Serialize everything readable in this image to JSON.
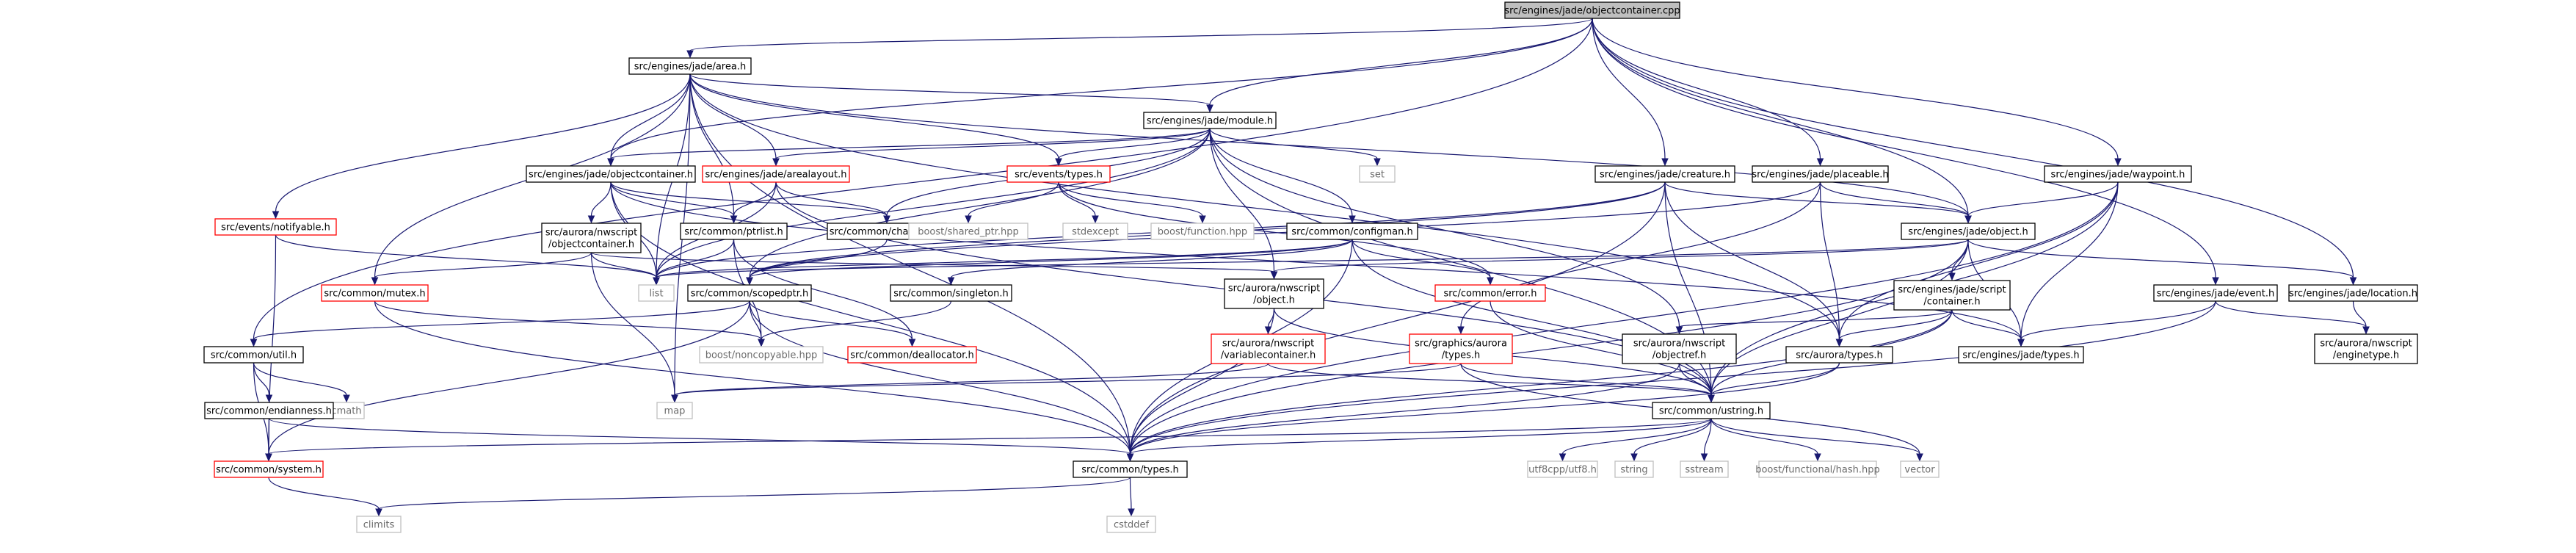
{
  "graph": {
    "nodes": [
      {
        "id": "root",
        "lines": [
          "src/engines/jade/objectcontainer.cpp"
        ],
        "style": "root"
      },
      {
        "id": "area",
        "lines": [
          "src/engines/jade/area.h"
        ],
        "style": "normal"
      },
      {
        "id": "module",
        "lines": [
          "src/engines/jade/module.h"
        ],
        "style": "normal"
      },
      {
        "id": "jade_objectcontainer",
        "lines": [
          "src/engines/jade/objectcontainer.h"
        ],
        "style": "normal"
      },
      {
        "id": "arealayout",
        "lines": [
          "src/engines/jade/arealayout.h"
        ],
        "style": "red"
      },
      {
        "id": "notifyable",
        "lines": [
          "src/events/notifyable.h"
        ],
        "style": "red"
      },
      {
        "id": "events_types",
        "lines": [
          "src/events/types.h"
        ],
        "style": "red"
      },
      {
        "id": "set",
        "lines": [
          "set"
        ],
        "style": "gray"
      },
      {
        "id": "creature",
        "lines": [
          "src/engines/jade/creature.h"
        ],
        "style": "normal"
      },
      {
        "id": "placeable",
        "lines": [
          "src/engines/jade/placeable.h"
        ],
        "style": "normal"
      },
      {
        "id": "waypoint",
        "lines": [
          "src/engines/jade/waypoint.h"
        ],
        "style": "normal"
      },
      {
        "id": "nws_objectcontainer",
        "lines": [
          "src/aurora/nwscript",
          "/objectcontainer.h"
        ],
        "style": "normal"
      },
      {
        "id": "mutex",
        "lines": [
          "src/common/mutex.h"
        ],
        "style": "red"
      },
      {
        "id": "ptrlist",
        "lines": [
          "src/common/ptrlist.h"
        ],
        "style": "normal"
      },
      {
        "id": "changeid",
        "lines": [
          "src/common/changeid.h"
        ],
        "style": "normal"
      },
      {
        "id": "shared_ptr",
        "lines": [
          "boost/shared_ptr.hpp"
        ],
        "style": "gray"
      },
      {
        "id": "stdexcept",
        "lines": [
          "stdexcept"
        ],
        "style": "gray"
      },
      {
        "id": "function",
        "lines": [
          "boost/function.hpp"
        ],
        "style": "gray"
      },
      {
        "id": "configman",
        "lines": [
          "src/common/configman.h"
        ],
        "style": "normal"
      },
      {
        "id": "jade_object",
        "lines": [
          "src/engines/jade/object.h"
        ],
        "style": "normal"
      },
      {
        "id": "list",
        "lines": [
          "list"
        ],
        "style": "gray"
      },
      {
        "id": "scopedptr",
        "lines": [
          "src/common/scopedptr.h"
        ],
        "style": "normal"
      },
      {
        "id": "singleton",
        "lines": [
          "src/common/singleton.h"
        ],
        "style": "normal"
      },
      {
        "id": "nws_object",
        "lines": [
          "src/aurora/nwscript",
          "/object.h"
        ],
        "style": "normal"
      },
      {
        "id": "error",
        "lines": [
          "src/common/error.h"
        ],
        "style": "red"
      },
      {
        "id": "jade_script_container",
        "lines": [
          "src/engines/jade/script",
          "/container.h"
        ],
        "style": "normal"
      },
      {
        "id": "jade_event",
        "lines": [
          "src/engines/jade/event.h"
        ],
        "style": "normal"
      },
      {
        "id": "location",
        "lines": [
          "src/engines/jade/location.h"
        ],
        "style": "normal"
      },
      {
        "id": "util",
        "lines": [
          "src/common/util.h"
        ],
        "style": "normal"
      },
      {
        "id": "noncopyable",
        "lines": [
          "boost/noncopyable.hpp"
        ],
        "style": "gray"
      },
      {
        "id": "deallocator",
        "lines": [
          "src/common/deallocator.h"
        ],
        "style": "red"
      },
      {
        "id": "variablecontainer",
        "lines": [
          "src/aurora/nwscript",
          "/variablecontainer.h"
        ],
        "style": "red"
      },
      {
        "id": "graphics_aurora_types",
        "lines": [
          "src/graphics/aurora",
          "/types.h"
        ],
        "style": "red"
      },
      {
        "id": "objectref",
        "lines": [
          "src/aurora/nwscript",
          "/objectref.h"
        ],
        "style": "normal"
      },
      {
        "id": "aurora_types",
        "lines": [
          "src/aurora/types.h"
        ],
        "style": "normal"
      },
      {
        "id": "jade_types",
        "lines": [
          "src/engines/jade/types.h"
        ],
        "style": "normal"
      },
      {
        "id": "enginetype",
        "lines": [
          "src/aurora/nwscript",
          "/enginetype.h"
        ],
        "style": "normal"
      },
      {
        "id": "cmath",
        "lines": [
          "cmath"
        ],
        "style": "gray"
      },
      {
        "id": "endianness",
        "lines": [
          "src/common/endianness.h"
        ],
        "style": "normal"
      },
      {
        "id": "map",
        "lines": [
          "map"
        ],
        "style": "gray"
      },
      {
        "id": "ustring",
        "lines": [
          "src/common/ustring.h"
        ],
        "style": "normal"
      },
      {
        "id": "system",
        "lines": [
          "src/common/system.h"
        ],
        "style": "red"
      },
      {
        "id": "common_types",
        "lines": [
          "src/common/types.h"
        ],
        "style": "normal"
      },
      {
        "id": "utf8",
        "lines": [
          "utf8cpp/utf8.h"
        ],
        "style": "gray"
      },
      {
        "id": "string",
        "lines": [
          "string"
        ],
        "style": "gray"
      },
      {
        "id": "sstream",
        "lines": [
          "sstream"
        ],
        "style": "gray"
      },
      {
        "id": "hash",
        "lines": [
          "boost/functional/hash.hpp"
        ],
        "style": "gray"
      },
      {
        "id": "vector",
        "lines": [
          "vector"
        ],
        "style": "gray"
      },
      {
        "id": "climits",
        "lines": [
          "climits"
        ],
        "style": "gray"
      },
      {
        "id": "cstddef",
        "lines": [
          "cstddef"
        ],
        "style": "gray"
      }
    ],
    "edges": [
      [
        "root",
        "area"
      ],
      [
        "root",
        "module"
      ],
      [
        "root",
        "jade_objectcontainer"
      ],
      [
        "root",
        "creature"
      ],
      [
        "root",
        "placeable"
      ],
      [
        "root",
        "waypoint"
      ],
      [
        "root",
        "jade_object"
      ],
      [
        "root",
        "jade_event"
      ],
      [
        "root",
        "location"
      ],
      [
        "root",
        "util"
      ],
      [
        "area",
        "module"
      ],
      [
        "area",
        "jade_objectcontainer"
      ],
      [
        "area",
        "arealayout"
      ],
      [
        "area",
        "notifyable"
      ],
      [
        "area",
        "events_types"
      ],
      [
        "area",
        "mutex"
      ],
      [
        "area",
        "ptrlist"
      ],
      [
        "area",
        "list"
      ],
      [
        "area",
        "jade_object"
      ],
      [
        "area",
        "aurora_types"
      ],
      [
        "area",
        "map"
      ],
      [
        "area",
        "common_types"
      ],
      [
        "module",
        "jade_objectcontainer"
      ],
      [
        "module",
        "arealayout"
      ],
      [
        "module",
        "events_types"
      ],
      [
        "module",
        "set"
      ],
      [
        "module",
        "changeid"
      ],
      [
        "module",
        "configman"
      ],
      [
        "module",
        "scopedptr"
      ],
      [
        "module",
        "list"
      ],
      [
        "module",
        "nws_object"
      ],
      [
        "module",
        "objectref"
      ],
      [
        "module",
        "ustring"
      ],
      [
        "jade_objectcontainer",
        "nws_objectcontainer"
      ],
      [
        "jade_objectcontainer",
        "ptrlist"
      ],
      [
        "jade_objectcontainer",
        "changeid"
      ],
      [
        "jade_objectcontainer",
        "list"
      ],
      [
        "jade_objectcontainer",
        "jade_types"
      ],
      [
        "jade_objectcontainer",
        "common_types"
      ],
      [
        "arealayout",
        "ptrlist"
      ],
      [
        "arealayout",
        "changeid"
      ],
      [
        "arealayout",
        "list"
      ],
      [
        "arealayout",
        "ustring"
      ],
      [
        "notifyable",
        "list"
      ],
      [
        "notifyable",
        "system"
      ],
      [
        "events_types",
        "shared_ptr"
      ],
      [
        "events_types",
        "stdexcept"
      ],
      [
        "events_types",
        "function"
      ],
      [
        "events_types",
        "error"
      ],
      [
        "creature",
        "jade_object"
      ],
      [
        "creature",
        "list"
      ],
      [
        "creature",
        "scopedptr"
      ],
      [
        "creature",
        "aurora_types"
      ],
      [
        "creature",
        "common_types"
      ],
      [
        "creature",
        "ustring"
      ],
      [
        "placeable",
        "jade_object"
      ],
      [
        "placeable",
        "scopedptr"
      ],
      [
        "placeable",
        "aurora_types"
      ],
      [
        "placeable",
        "graphics_aurora_types"
      ],
      [
        "waypoint",
        "jade_object"
      ],
      [
        "waypoint",
        "aurora_types"
      ],
      [
        "waypoint",
        "jade_types"
      ],
      [
        "waypoint",
        "common_types"
      ],
      [
        "waypoint",
        "ustring"
      ],
      [
        "jade_object",
        "list"
      ],
      [
        "jade_object",
        "nws_object"
      ],
      [
        "jade_object",
        "jade_script_container"
      ],
      [
        "jade_object",
        "location"
      ],
      [
        "jade_object",
        "jade_types"
      ],
      [
        "jade_object",
        "common_types"
      ],
      [
        "jade_object",
        "ustring"
      ],
      [
        "nws_objectcontainer",
        "mutex"
      ],
      [
        "nws_objectcontainer",
        "list"
      ],
      [
        "nws_objectcontainer",
        "nws_object"
      ],
      [
        "nws_objectcontainer",
        "map"
      ],
      [
        "mutex",
        "noncopyable"
      ],
      [
        "mutex",
        "common_types"
      ],
      [
        "ptrlist",
        "list"
      ],
      [
        "ptrlist",
        "noncopyable"
      ],
      [
        "ptrlist",
        "deallocator"
      ],
      [
        "changeid",
        "scopedptr"
      ],
      [
        "configman",
        "list"
      ],
      [
        "configman",
        "scopedptr"
      ],
      [
        "configman",
        "singleton"
      ],
      [
        "configman",
        "error"
      ],
      [
        "configman",
        "ustring"
      ],
      [
        "configman",
        "common_types"
      ],
      [
        "scopedptr",
        "util"
      ],
      [
        "scopedptr",
        "noncopyable"
      ],
      [
        "scopedptr",
        "deallocator"
      ],
      [
        "scopedptr",
        "system"
      ],
      [
        "scopedptr",
        "common_types"
      ],
      [
        "singleton",
        "noncopyable"
      ],
      [
        "nws_object",
        "variablecontainer"
      ],
      [
        "nws_object",
        "common_types"
      ],
      [
        "nws_object",
        "ustring"
      ],
      [
        "error",
        "ustring"
      ],
      [
        "jade_script_container",
        "objectref"
      ],
      [
        "jade_script_container",
        "aurora_types"
      ],
      [
        "jade_script_container",
        "jade_types"
      ],
      [
        "jade_script_container",
        "common_types"
      ],
      [
        "jade_script_container",
        "ustring"
      ],
      [
        "jade_event",
        "jade_types"
      ],
      [
        "jade_event",
        "enginetype"
      ],
      [
        "jade_event",
        "common_types"
      ],
      [
        "location",
        "enginetype"
      ],
      [
        "util",
        "cmath"
      ],
      [
        "util",
        "endianness"
      ],
      [
        "util",
        "system"
      ],
      [
        "endianness",
        "system"
      ],
      [
        "endianness",
        "common_types"
      ],
      [
        "variablecontainer",
        "map"
      ],
      [
        "variablecontainer",
        "ustring"
      ],
      [
        "graphics_aurora_types",
        "map"
      ],
      [
        "graphics_aurora_types",
        "vector"
      ],
      [
        "graphics_aurora_types",
        "ustring"
      ],
      [
        "objectref",
        "common_types"
      ],
      [
        "objectref",
        "ustring"
      ],
      [
        "aurora_types",
        "common_types"
      ],
      [
        "aurora_types",
        "ustring"
      ],
      [
        "ustring",
        "system"
      ],
      [
        "ustring",
        "common_types"
      ],
      [
        "ustring",
        "utf8"
      ],
      [
        "ustring",
        "string"
      ],
      [
        "ustring",
        "sstream"
      ],
      [
        "ustring",
        "hash"
      ],
      [
        "ustring",
        "vector"
      ],
      [
        "system",
        "climits"
      ],
      [
        "common_types",
        "climits"
      ],
      [
        "common_types",
        "cstddef"
      ]
    ]
  },
  "colors": {
    "root_fill": "#bfbfbf",
    "root_border": "#000000",
    "normal_border": "#000000",
    "red_border": "#ff0000",
    "gray_border": "#bfbfbf",
    "gray_text": "#6b6b6b",
    "edge": "#191970"
  }
}
